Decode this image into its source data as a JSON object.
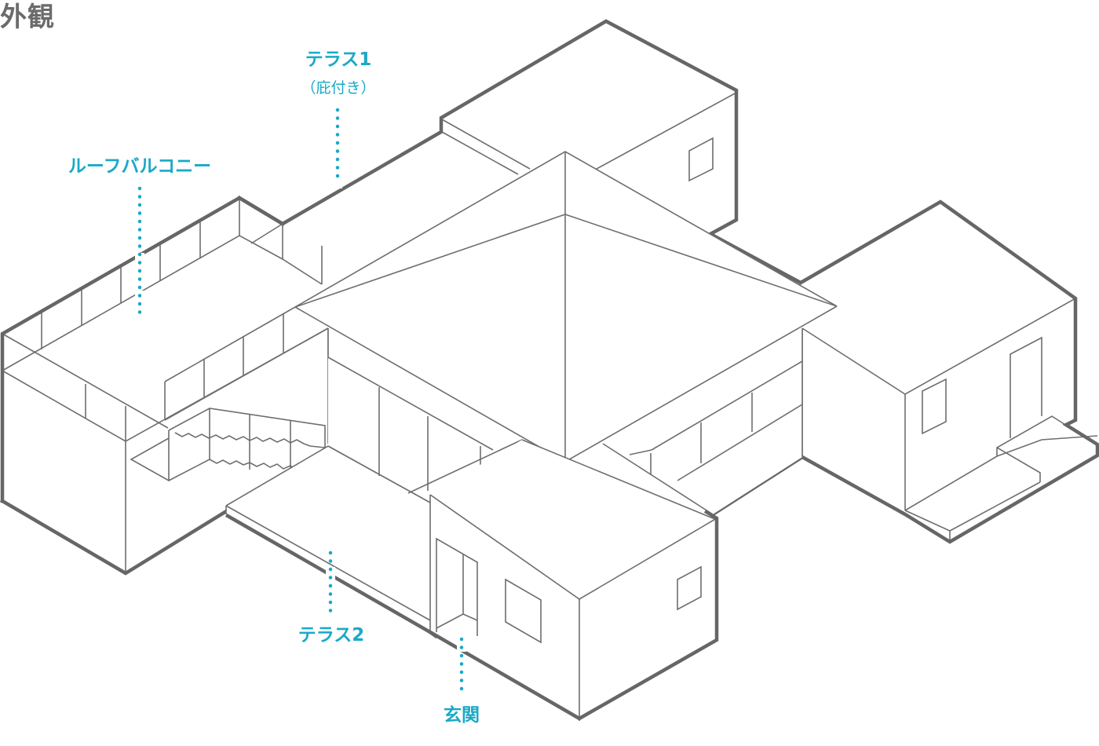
{
  "diagram": {
    "title": "外観",
    "type": "isometric architectural exterior drawing",
    "colors": {
      "line": "#666666",
      "accent": "#1aa9c7",
      "background": "#ffffff"
    },
    "labels": {
      "terrace1": {
        "text": "テラス1",
        "note": "（庇付き）"
      },
      "roof_balcony": {
        "text": "ルーフバルコニー"
      },
      "terrace2": {
        "text": "テラス2"
      },
      "entrance": {
        "text": "玄関"
      }
    }
  }
}
